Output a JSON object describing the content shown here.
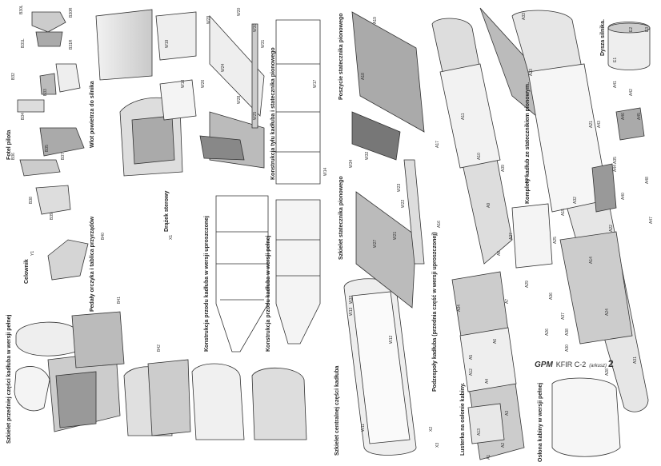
{
  "sheet": {
    "brand": "GPM",
    "model": "KFIR C-2",
    "edition_label": "(arkusz)",
    "sheet_number": "2"
  },
  "labels": {
    "fotel_pilota": "Fotel pilota",
    "celownik": "Celownik",
    "szkielet_przedniej": "Szkielet przedniej części kadłuba w wersji pełnej",
    "wlot_powietrza": "Wlot powietrza do silnika",
    "pedaly": "Pedały orczyka i tablica przyrządów",
    "drazek": "Drążek sterowy",
    "konstrukcja_tylu": "Konstrukcja tyłu kadłuba i statecznika pionowego",
    "konstrukcja_przodu_upr": "Konstrukcja przodu kadłuba w wersji uproszczonej",
    "konstrukcja_przodu_pel": "Konstrukcja przodu kadłuba w wersji pełnej",
    "szkielet_statecznika": "Szkielet statecznika pionowego",
    "poszycie_statecznika": "Poszycie statecznika pionowego",
    "szkielet_centralnej": "Szkielet centralnej części kadłuba",
    "podzespoly_kadluba": "Podzespoły kadłuba (przednia część w wersji uproszczonej)",
    "lusterka": "Lusterka na osłonie kabiny.",
    "oslona_kabiny": "Osłona kabiny w wersji pełnej",
    "komplety_kadlub": "Komplety kadłub ze statecznikiem pionowym.",
    "dysza_silnika": "Dysza silnika."
  },
  "part_numbers": [
    "B30L",
    "B30R",
    "B31L",
    "B31R",
    "B32",
    "B33",
    "B34",
    "B35",
    "B36",
    "B37",
    "B38",
    "B39",
    "B40",
    "B41",
    "B42",
    "W11",
    "W12",
    "W13",
    "W14",
    "W17",
    "W18",
    "W19",
    "W20",
    "W21",
    "W22",
    "W23",
    "W24",
    "W25",
    "W26",
    "W27",
    "W28",
    "W29",
    "W30",
    "W31",
    "W32",
    "W33",
    "W34",
    "A1",
    "A2",
    "A3",
    "A4",
    "A5",
    "A6",
    "A7",
    "A8",
    "A9",
    "A10",
    "A11",
    "A12",
    "A13",
    "A14",
    "A15",
    "A16",
    "A17",
    "A18",
    "A19",
    "A20",
    "A21",
    "A22",
    "A23",
    "A24",
    "A25",
    "A26",
    "A27",
    "A28",
    "A29",
    "A30",
    "A31",
    "A32",
    "A33",
    "A34",
    "A35",
    "A36",
    "A37",
    "A38",
    "A39",
    "A40",
    "A41",
    "A42",
    "A43",
    "A44",
    "A45",
    "A46",
    "A47",
    "A48",
    "E1",
    "E2",
    "E3",
    "Y1",
    "X1",
    "X2",
    "X3"
  ]
}
